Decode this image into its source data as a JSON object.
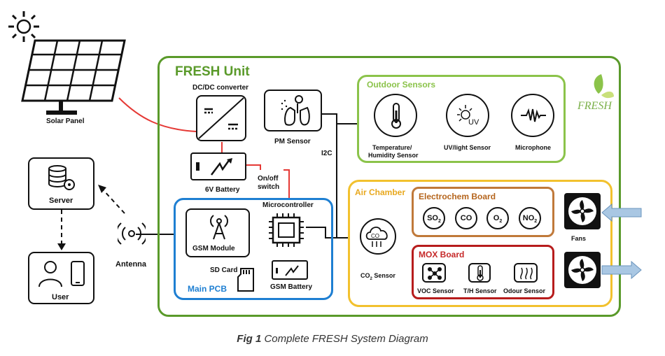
{
  "diagram": {
    "solar_panel_label": "Solar Panel",
    "fresh_unit_title": "FRESH Unit",
    "logo_text": "FRESH",
    "dcdc_label": "DC/DC converter",
    "pm_sensor_label": "PM Sensor",
    "battery_6v_label": "6V Battery",
    "onoff_label_1": "On/off",
    "onoff_label_2": "switch",
    "i2c_label": "I2C",
    "server_label": "Server",
    "user_label": "User",
    "antenna_label": "Antenna",
    "microcontroller_label": "Microcontroller",
    "gsm_module_label": "GSM Module",
    "sd_card_label": "SD Card",
    "gsm_battery_label": "GSM Battery",
    "main_pcb_label": "Main PCB",
    "outdoor_sensors_title": "Outdoor Sensors",
    "temp_sensor_label_1": "Temperature/",
    "temp_sensor_label_2": "Humidity Sensor",
    "uv_sensor_label": "UV/light Sensor",
    "uv_icon_text": "UV",
    "microphone_label": "Microphone",
    "air_chamber_title": "Air Chamber",
    "electrochem_title": "Electrochem Board",
    "gases": {
      "so2": "SO",
      "co": "CO",
      "o2": "O",
      "no2": "NO",
      "sub2": "2"
    },
    "co2_icon_text": "CO",
    "co2_sensor_label": "CO",
    "co2_sensor_suffix": " Sensor",
    "fans_label": "Fans",
    "mox_title": "MOX Board",
    "voc_label": "VOC Sensor",
    "th_label": "T/H Sensor",
    "odour_label": "Odour Sensor"
  },
  "caption": {
    "fig": "Fig 1",
    "text": " Complete FRESH System Diagram"
  },
  "colors": {
    "fresh_green": "#5a9a2a",
    "outdoor_green": "#8bc34a",
    "air_yellow": "#f2c12e",
    "electro_brown": "#c0793a",
    "mox_red": "#b71c1c",
    "pcb_blue": "#1e7fd2",
    "power_red": "#e53935",
    "arrow_blue": "#a9c7e3"
  }
}
